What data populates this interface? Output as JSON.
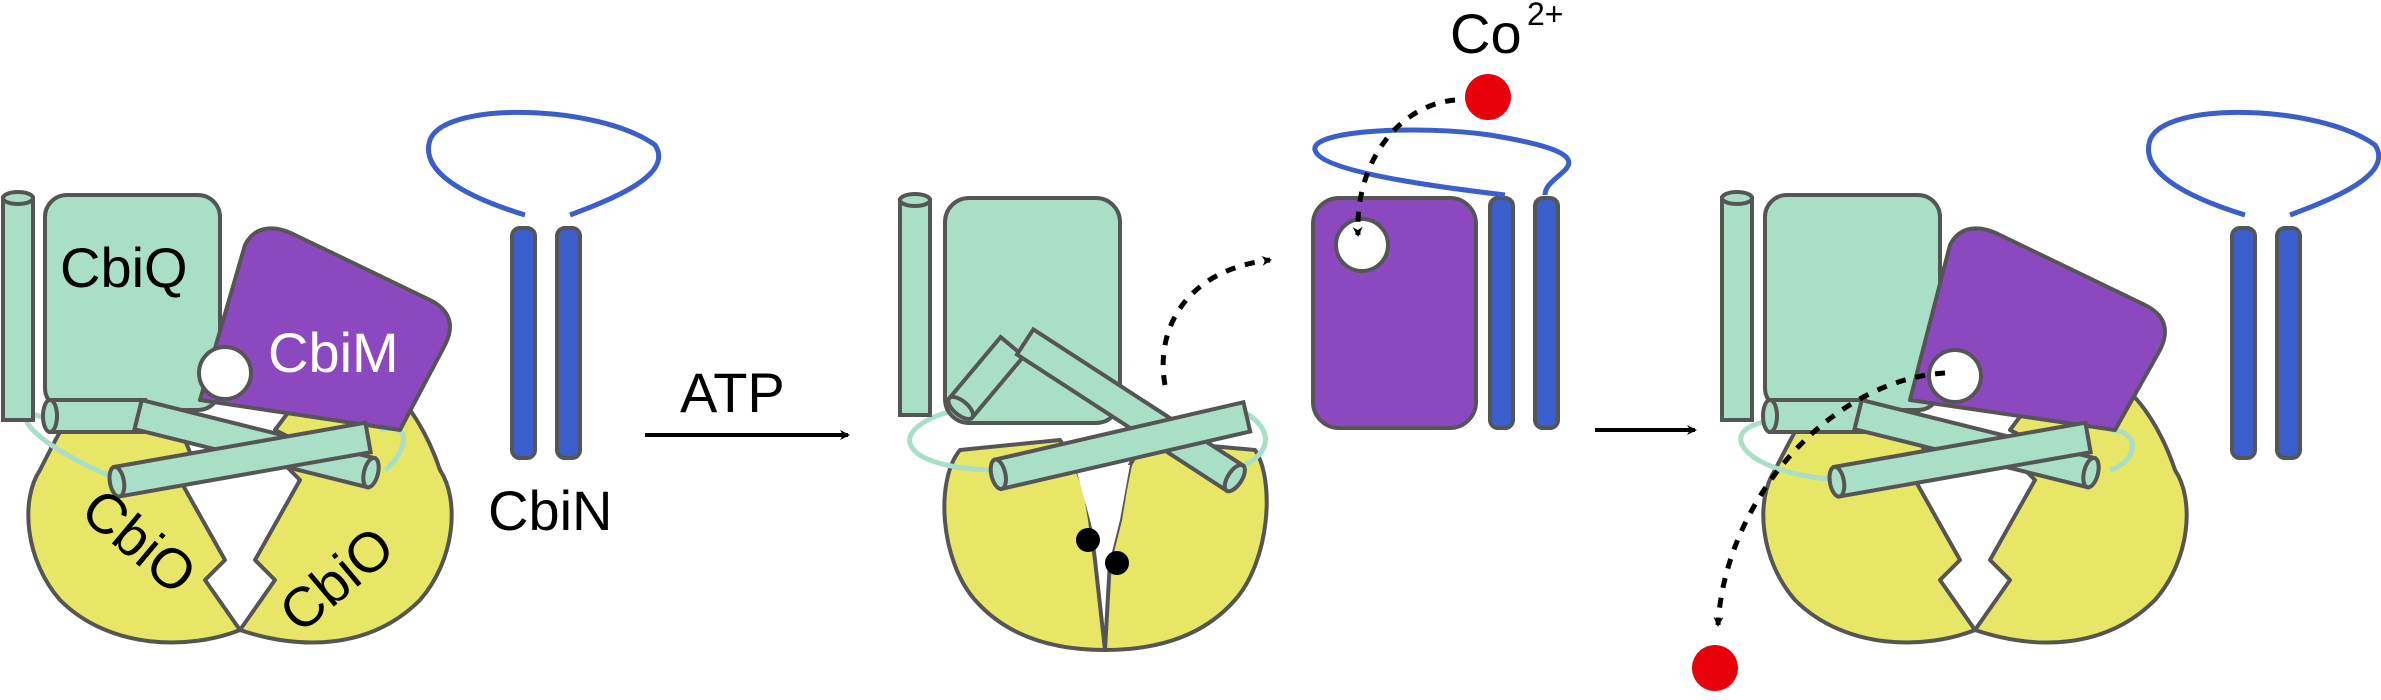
{
  "labels": {
    "cbiq": "CbiQ",
    "cbim": "CbiM",
    "cbio_left": "CbiO",
    "cbio_right": "CbiO",
    "cbin": "CbiN",
    "atp": "ATP",
    "cobalt": "Co",
    "cobalt_charge": "2+"
  },
  "colors": {
    "cbiq": "#a8dfc6",
    "cbim": "#8c49bf",
    "cbio": "#e8e666",
    "cbin": "#3a5ecb",
    "loop": "#a8dfc6",
    "cobalt": "#e8000b",
    "outline": "#555555"
  }
}
